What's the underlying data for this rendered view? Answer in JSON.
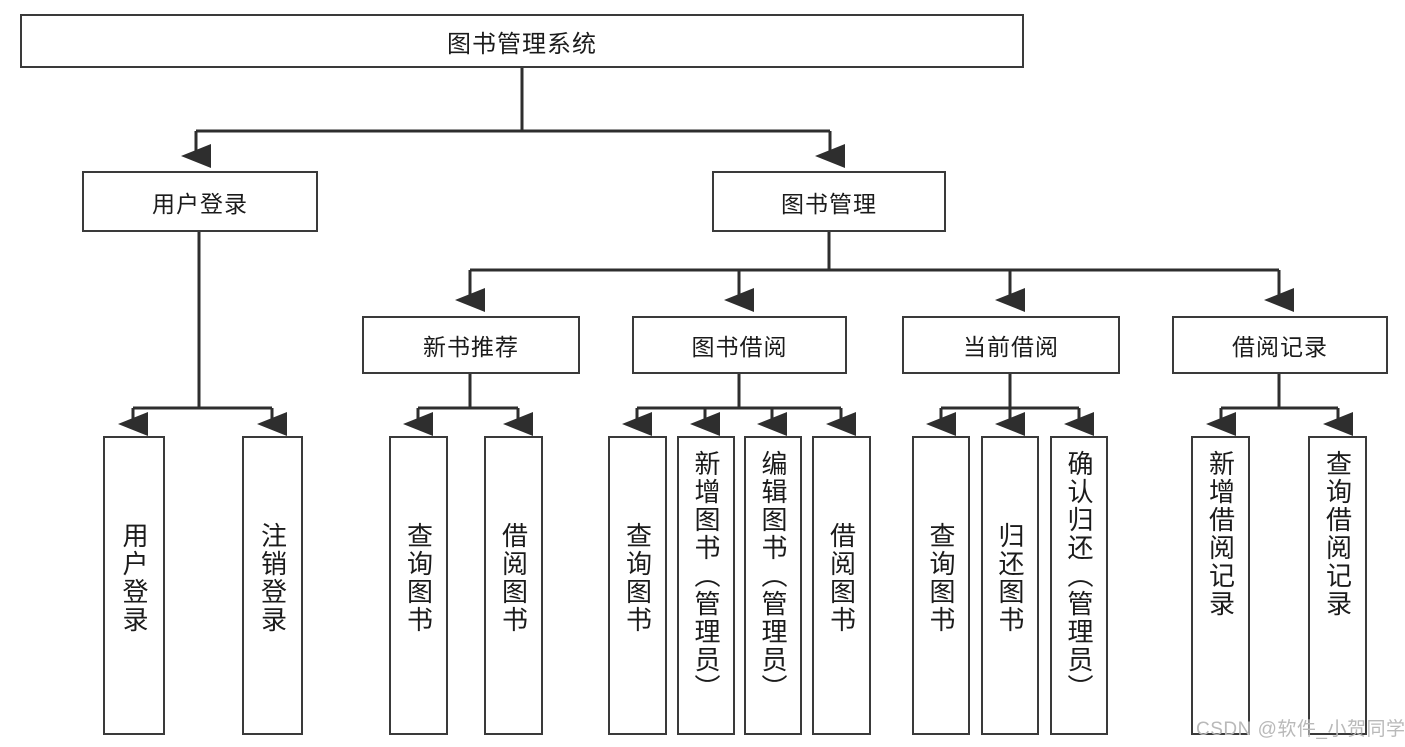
{
  "diagram": {
    "type": "tree-hierarchy",
    "title": "图书管理系统",
    "root": {
      "id": "root",
      "label": "图书管理系统"
    },
    "level2": [
      {
        "id": "user-login",
        "label": "用户登录"
      },
      {
        "id": "book-manage",
        "label": "图书管理"
      }
    ],
    "level3": [
      {
        "id": "new-book-rec",
        "label": "新书推荐",
        "parent": "book-manage"
      },
      {
        "id": "book-borrow",
        "label": "图书借阅",
        "parent": "book-manage"
      },
      {
        "id": "current-borrow",
        "label": "当前借阅",
        "parent": "book-manage"
      },
      {
        "id": "borrow-record",
        "label": "借阅记录",
        "parent": "book-manage"
      }
    ],
    "leaves": {
      "user_login": [
        {
          "id": "leaf-user-login",
          "label": "用户登录"
        },
        {
          "id": "leaf-logout",
          "label": "注销登录"
        }
      ],
      "new_book_rec": [
        {
          "id": "leaf-query-book-1",
          "label": "查询图书"
        },
        {
          "id": "leaf-borrow-book-1",
          "label": "借阅图书"
        }
      ],
      "book_borrow": [
        {
          "id": "leaf-query-book-2",
          "label": "查询图书"
        },
        {
          "id": "leaf-add-book",
          "label": "新增图书（管理员）"
        },
        {
          "id": "leaf-edit-book",
          "label": "编辑图书（管理员）"
        },
        {
          "id": "leaf-borrow-book-2",
          "label": "借阅图书"
        }
      ],
      "current_borrow": [
        {
          "id": "leaf-query-book-3",
          "label": "查询图书"
        },
        {
          "id": "leaf-return-book",
          "label": "归还图书"
        },
        {
          "id": "leaf-confirm-return",
          "label": "确认归还（管理员）"
        }
      ],
      "borrow_record": [
        {
          "id": "leaf-add-record",
          "label": "新增借阅记录"
        },
        {
          "id": "leaf-query-record",
          "label": "查询借阅记录"
        }
      ]
    }
  },
  "watermark": {
    "text": "CSDN @软件_小贺同学"
  },
  "colors": {
    "border": "#3a3a3a",
    "background": "#ffffff",
    "text": "#1b1b1b",
    "edge": "#2e2e2e",
    "watermark": "#b9b9b9"
  }
}
